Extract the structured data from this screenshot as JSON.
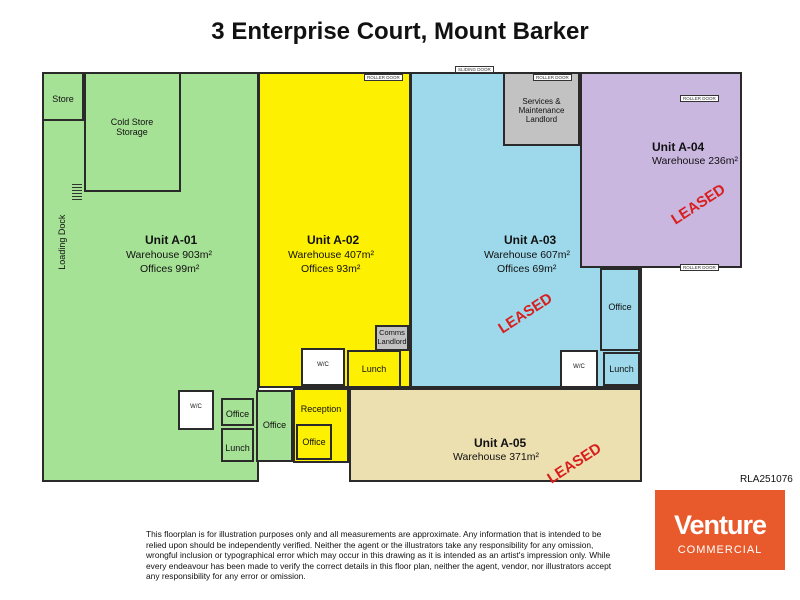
{
  "title": "3 Enterprise Court, Mount Barker",
  "units": {
    "a01": {
      "name": "Unit A-01",
      "warehouse": "Warehouse 903m²",
      "offices": "Offices 99m²"
    },
    "a02": {
      "name": "Unit A-02",
      "warehouse": "Warehouse 407m²",
      "offices": "Offices 93m²"
    },
    "a03": {
      "name": "Unit A-03",
      "warehouse": "Warehouse 607m²",
      "offices": "Offices 69m²"
    },
    "a04": {
      "name": "Unit A-04",
      "warehouse": "Warehouse 236m²"
    },
    "a05": {
      "name": "Unit A-05",
      "warehouse": "Warehouse 371m²"
    }
  },
  "rooms": {
    "store": "Store",
    "cold_store": "Cold Store Storage",
    "loading_dock": "Loading Dock",
    "services": "Services & Maintenance Landlord",
    "comms": "Comms Landlord",
    "office": "Office",
    "lunch": "Lunch",
    "reception": "Reception",
    "wc": "W/C"
  },
  "door_labels": {
    "roller": "ROLLER DOOR",
    "sliding": "SLIDING DOOR"
  },
  "leased_label": "LEASED",
  "reference": "RLA251076",
  "disclaimer": "This floorplan is for illustration purposes only and all measurements are approximate. Any information that is intended to be relied upon should be independently verified. Neither the agent or the illustrators take any responsibility for any omission, wrongful inclusion or typographical error which may occur in this drawing as it is intended as an artist's impression only. While every endeavour has been made to verify the correct details in this floor plan, neither the agent, vendor, nor illustrators accept any responsibility for any error or omission.",
  "logo": {
    "name": "Venture",
    "sub": "COMMERCIAL"
  },
  "colors": {
    "a01": "#a6e296",
    "a02": "#fdf000",
    "a03": "#9dd9ea",
    "a04": "#c9b7e0",
    "a05": "#ecdfb0",
    "services": "#c2c2c2",
    "leased": "#d91e1e",
    "brand": "#e85a2c"
  }
}
